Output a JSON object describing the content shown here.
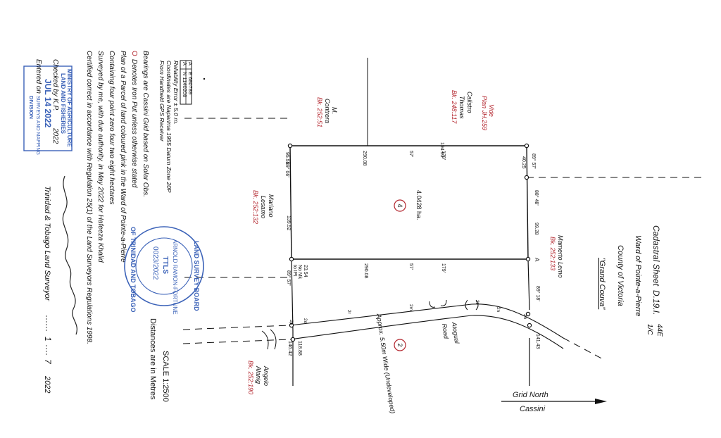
{
  "header": {
    "sheet_label": "Cadastral Sheet",
    "sheet_number": "D.19.I.",
    "sheet_fraction_top": "44E",
    "sheet_fraction_bottom": "1/C",
    "ward": "Ward of Pointe-a-Pierre",
    "county": "County of Victoria",
    "estate": "\"Grand Couva\""
  },
  "scale": {
    "scale_text": "SCALE 1:2500",
    "distance_text": "Distances are in Metres"
  },
  "north": {
    "grid_north": "Grid North",
    "cassini": "Cassini"
  },
  "coords_box": {
    "row1_label": "A",
    "row1_value": "E 680789",
    "row2_label": "A",
    "row2_value": "N 1140208"
  },
  "notes": {
    "reliability": "Reliability Error ± 5.0 m.",
    "coordinates": "Coordinates are Naparima 1955 Datum Zone 20P",
    "gps": "From Handheld GPS Receiver",
    "bearings": "Bearings are Cassini Grid based on Solar Obs.",
    "iron_symbol": "O",
    "iron": "Denotes Iron Put unless otherwise stated",
    "plan_of": "Plan of a Parcel of land coloured pink in the Ward of Pointe-a-Pierre",
    "containing": "Containing four point zero four two eight hectares",
    "surveyed": "Surveyed by me, with due authority, in May 2022 for Hafeeza Khalid",
    "certified": "Certified correct in accordance with Regulation 25(1) of the Land Surveyors Regulations 1998."
  },
  "signature": {
    "surveyor_title": "Trinidad & Tobago Land Surveyor",
    "date_day": "1",
    "date_month": "7",
    "date_year": "2022"
  },
  "stamp": {
    "line1": "MINISTRY OF AGRICULTURE",
    "line2": "LAND AND FISHERIES",
    "checked_label": "Checked by",
    "checked_value": "K.P.",
    "checked_year": "2022",
    "date": "JUL 14 2022",
    "entered_label": "Entered on",
    "entered_value": "SURVEYS AND MAPPING",
    "division": "DIVISION"
  },
  "seal": {
    "outer_top": "LAND SURVEY BOARD",
    "outer_bottom": "OF TRINIDAD AND TOBAGO",
    "name": "ARNOLD RAMON-FORTUNE",
    "ttls": "TTLS",
    "number": "0023/2022"
  },
  "parcels": {
    "lot4_number": "4",
    "lot4_area": "4.0428 ha.",
    "lot2_number": "2"
  },
  "adjoining": {
    "vide": "Vide",
    "plan_jh": "Plan JH.259",
    "calistro": "Calistro",
    "thomas": "Thomas",
    "bk248": "Bk. 248:117",
    "m": "M.",
    "contrera": "Contrera",
    "bk252_51": "Bk. 252:51",
    "mariano": "Mariano",
    "lesamo": "Lesamo",
    "bk252_132": "Bk. 252:132",
    "mamerto": "Mamerto Lemo",
    "bk252_133": "Bk. 252:133",
    "angelo": "Angelo",
    "alanig": "Alanig",
    "bk252_190": "Bk. 252:190"
  },
  "road": {
    "name": "Atogual",
    "road": "Road",
    "approx": "Approx. 5.50m Wide (Undeveloped)"
  },
  "dims": {
    "top_a": "95.55",
    "top_b": "290.08",
    "top_c": "57'",
    "top_d": "179'",
    "top_e": "194.53",
    "top_right_len": "40.25",
    "corner_tr": "89° 57'",
    "corner_tl": "89° 06'",
    "right_mid_bearing": "88° 48'",
    "right_mid_len": "99.28",
    "left_mid_len": "139.52",
    "mid_len": "290.08",
    "mid_c": "57'",
    "mid_d": "179'",
    "corner_mr": "A",
    "left_lower_a": "23.54",
    "left_lower_b": "No Mk",
    "left_lower_c": "to IPt",
    "corner_ml": "89° 57'",
    "right_lower_bearing": "89°  18'",
    "right_lower_len": "141.43",
    "bottom_left_len": "118.88",
    "bottom_right_len": "146.42",
    "iron_2m": "2m",
    "iron_2t": "2t",
    "iron_2n": "2n",
    "iron_2h": "2h",
    "iron_2r": "2r",
    "iron_2o": "2o",
    "iron_2p": "2p"
  }
}
